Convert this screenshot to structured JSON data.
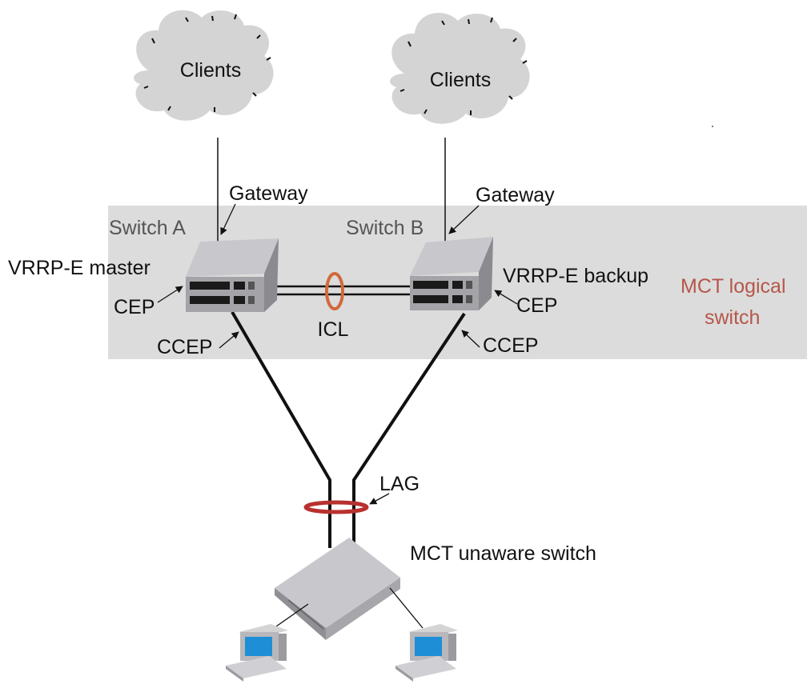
{
  "clouds": {
    "left": "Clients",
    "right": "Clients"
  },
  "switches": {
    "a": {
      "name": "Switch A",
      "gateway": "Gateway",
      "role": "VRRP-E master",
      "cep": "CEP",
      "ccep": "CCEP"
    },
    "b": {
      "name": "Switch B",
      "gateway": "Gateway",
      "role": "VRRP-E backup",
      "cep": "CEP",
      "ccep": "CCEP"
    }
  },
  "icl_label": "ICL",
  "mct_label": {
    "line1": "MCT logical",
    "line2": "switch"
  },
  "lag_label": "LAG",
  "unaware_label": "MCT unaware switch",
  "colors": {
    "mct_region": "#dcdcdc",
    "mct_text": "#b5574a",
    "ring": "#b8312f",
    "icl_ring": "#d2693c",
    "cloud": "#d4d4d4",
    "device": "#9e9ea3",
    "monitor_screen": "#1e8fd6"
  },
  "icons": [
    "cloud-icon",
    "chassis-switch-icon",
    "flat-switch-icon",
    "desktop-computer-icon",
    "arrow-icon"
  ]
}
